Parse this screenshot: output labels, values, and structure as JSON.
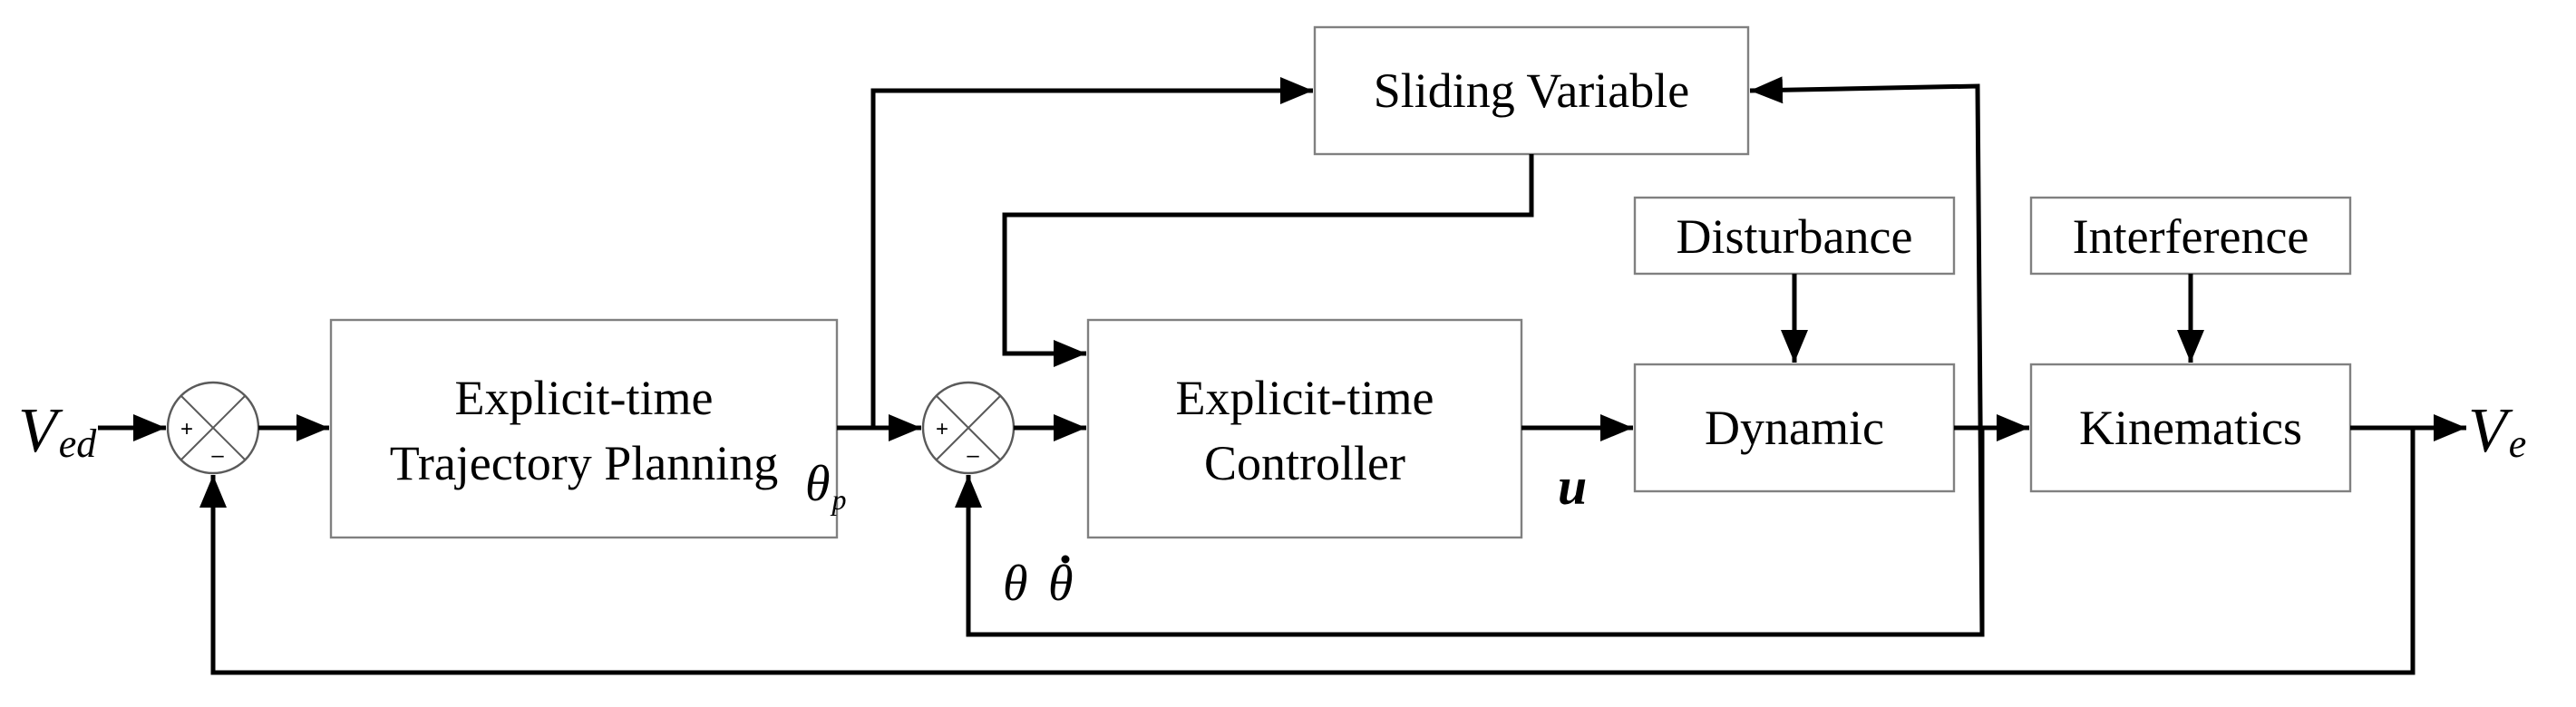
{
  "blocks": {
    "sliding": "Sliding Variable",
    "disturbance": "Disturbance",
    "interference": "Interference",
    "planning_l1": "Explicit-time",
    "planning_l2": "Trajectory Planning",
    "controller_l1": "Explicit-time",
    "controller_l2": "Controller",
    "dynamic": "Dynamic",
    "kinematics": "Kinematics"
  },
  "signals": {
    "input_main": "V",
    "input_sub": "ed",
    "output_main": "V",
    "output_sub": "e",
    "theta_p_main": "θ",
    "theta_p_sub": "p",
    "u": "u",
    "theta": "θ",
    "theta_dot": "θ"
  },
  "summing_signs": {
    "plus": "+",
    "minus": "–"
  }
}
